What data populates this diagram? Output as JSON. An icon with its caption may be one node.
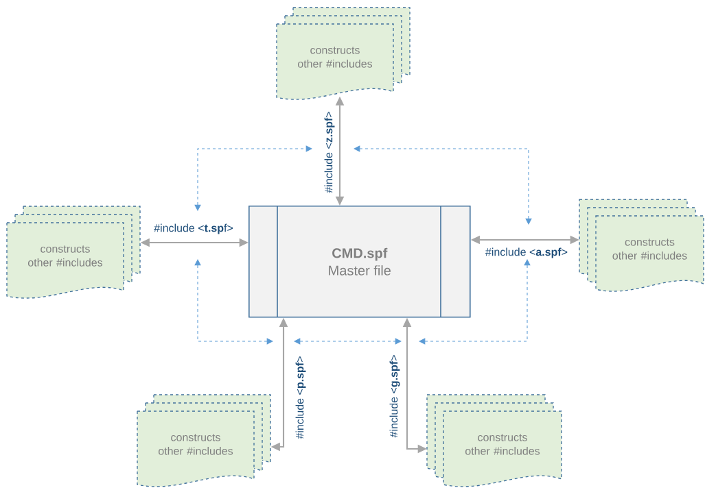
{
  "diagram": {
    "nodes": [
      {
        "text": [
          "CMD.spf",
          "Master file"
        ]
      },
      {
        "text": [
          "constructs other #includes"
        ]
      },
      {
        "text": [
          "constructs other #includes"
        ]
      },
      {
        "text": [
          "constructs other #includes"
        ]
      },
      {
        "text": [
          "constructs other #includes"
        ]
      },
      {
        "text": [
          "constructs other #includes"
        ]
      }
    ],
    "edges": [
      {
        "from": 0,
        "to": 1,
        "arrow": "both",
        "label": "#include <**z.spf**>"
      },
      {
        "from": 2,
        "to": 0,
        "arrow": "both",
        "label": "#include <**t.sp**f>"
      },
      {
        "from": 0,
        "to": 3,
        "arrow": "both",
        "label": "#include <**a.spf**>"
      },
      {
        "from": 0,
        "to": 4,
        "arrow": "both",
        "label": "#include <**p.spf**>"
      },
      {
        "from": 0,
        "to": 5,
        "arrow": "both",
        "label": "#include <**g.spf**>"
      }
    ]
  }
}
